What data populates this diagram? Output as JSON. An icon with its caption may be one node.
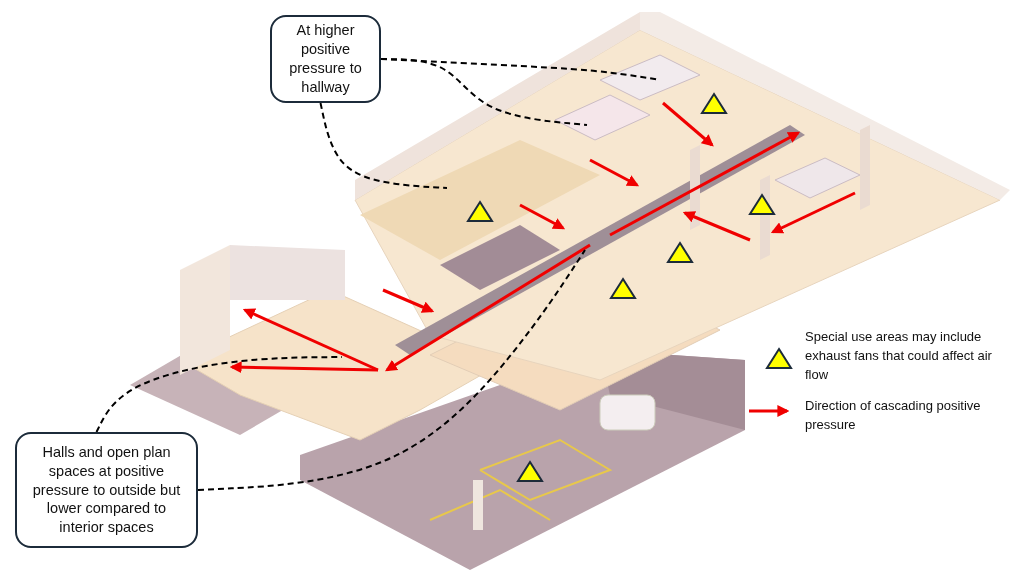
{
  "diagram": {
    "nodes": [
      {
        "text": [
          "At higher positive pressure to hallway"
        ]
      },
      {
        "text": [
          "Halls and open plan spaces at positive pressure to outside but lower compared to interior spaces"
        ]
      }
    ],
    "edges": [
      {
        "from": 0,
        "to": null,
        "arrow": "none",
        "style": "dashed"
      },
      {
        "from": 0,
        "to": null,
        "arrow": "none",
        "style": "dashed"
      },
      {
        "from": 0,
        "to": null,
        "arrow": "none",
        "style": "dashed"
      },
      {
        "from": 1,
        "to": null,
        "arrow": "none",
        "style": "dashed"
      },
      {
        "from": 1,
        "to": null,
        "arrow": "none",
        "style": "dashed"
      }
    ],
    "legend": [
      {
        "text": "Special use areas may include exhaust fans that could affect air flow"
      },
      {
        "text": "Direction of cascading positive pressure"
      }
    ]
  }
}
